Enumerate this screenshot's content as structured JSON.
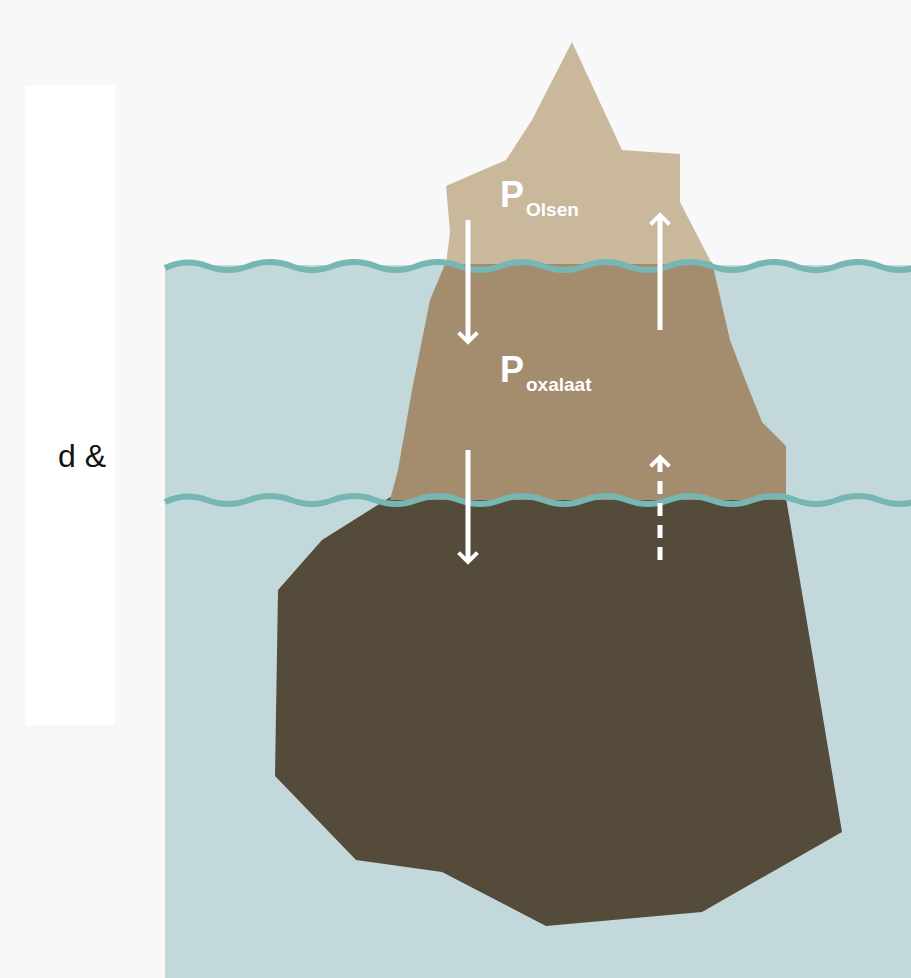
{
  "diagram": {
    "nodes": [
      {
        "text": [
          "P",
          "Olsen"
        ]
      },
      {
        "text": [
          "P",
          "oxalaat"
        ]
      }
    ],
    "edges": [
      {
        "from": 0,
        "to": 1,
        "arrow": "to"
      },
      {
        "from": 1,
        "to": 0,
        "arrow": "to"
      }
    ],
    "labels": [
      "d &"
    ]
  }
}
